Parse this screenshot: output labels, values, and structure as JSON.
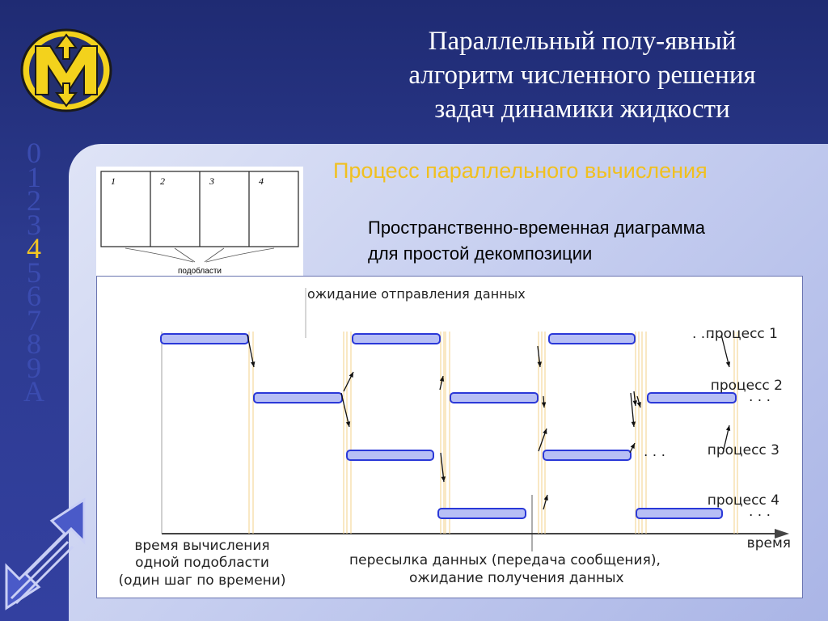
{
  "slide": {
    "title_lines": [
      "Параллельный полу-явный",
      "алгоритм численного решения",
      "задач динамики жидкости"
    ],
    "subtitle": "Процесс параллельного вычисления",
    "caption_lines": [
      "Пространственно-временная диаграмма",
      "для простой декомпозиции"
    ],
    "section_digits": [
      "0",
      "1",
      "2",
      "3",
      "4",
      "5",
      "6",
      "7",
      "8",
      "9",
      "A"
    ],
    "active_digit": "4",
    "colors": {
      "background": "#2c3a8e",
      "accent": "#f3c624",
      "bar_fill": "#b7bff5",
      "bar_stroke": "#2a38d8"
    }
  },
  "decomposition": {
    "cells": [
      "1",
      "2",
      "3",
      "4"
    ],
    "label": "подобласти"
  },
  "diagram": {
    "top_label": "ожидание отправления данных",
    "process_labels": [
      "процесс 1",
      "процесс 2",
      "процесс 3",
      "процесс 4"
    ],
    "ellipsis": ". . .",
    "time_label": "время",
    "compute_label_lines": [
      "время вычисления",
      "одной подобласти",
      "(один шаг по времени)"
    ],
    "transfer_label_lines": [
      "пересылка данных (передача сообщения),",
      "ожидание получения данных"
    ]
  }
}
